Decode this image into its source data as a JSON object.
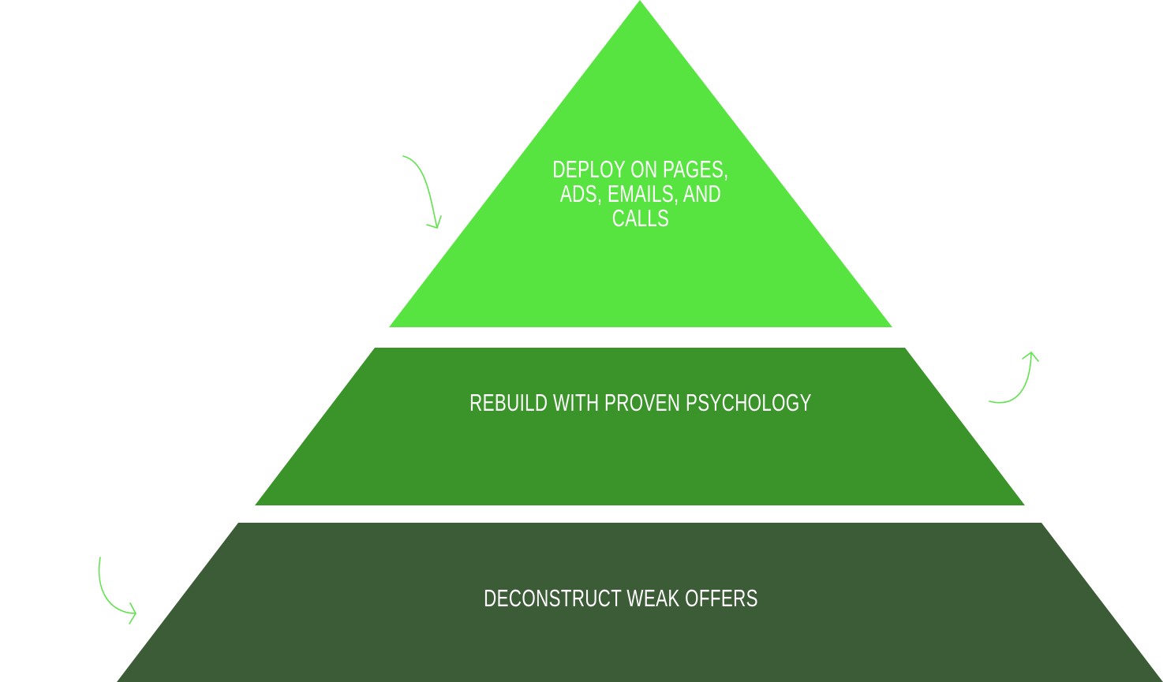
{
  "pyramid": {
    "tiers": [
      {
        "level": "top",
        "lines": [
          "DEPLOY ON PAGES,",
          "ADS, EMAILS, AND",
          "CALLS"
        ],
        "color": "#58e440"
      },
      {
        "level": "middle",
        "lines": [
          "REBUILD WITH PROVEN PSYCHOLOGY"
        ],
        "color": "#3a942a"
      },
      {
        "level": "bottom",
        "lines": [
          "DECONSTRUCT WEAK OFFERS"
        ],
        "color": "#3c5c37"
      }
    ],
    "arrow_color": "#5ee34a"
  }
}
